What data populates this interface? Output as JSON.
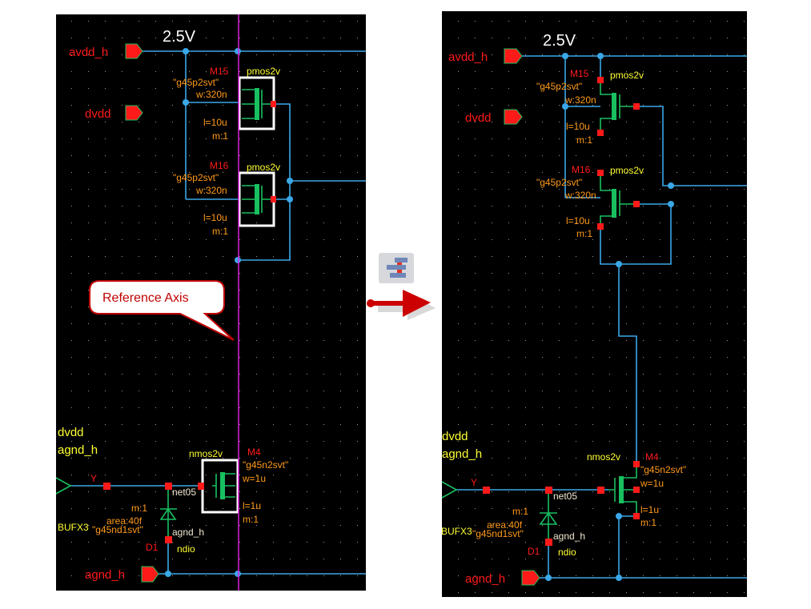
{
  "colors": {
    "canvas": "#000000",
    "wire": "#3aa8e8",
    "pin": "#ff1a1a",
    "device": "#18c060",
    "reference_axis": "#e020e0",
    "selection": "#ffffff"
  },
  "left_panel": {
    "supply_label": "2.5V",
    "pins": {
      "avdd": "avdd_h",
      "dvdd": "dvdd",
      "agnd": "agnd_h"
    },
    "m15": {
      "name": "M15",
      "cell": "pmos2v",
      "model": "\"g45p2svt\"",
      "w": "w:320n",
      "l": "l=10u",
      "m": "m:1"
    },
    "m16": {
      "name": "M16",
      "cell": "pmos2v",
      "model": "\"g45p2svt\"",
      "w": "w:320n",
      "l": "l=10u",
      "m": "m:1"
    },
    "m4": {
      "name": "M4",
      "cell": "nmos2v",
      "model": "\"g45n2svt\"",
      "w": "w=1u",
      "l": "l=1u",
      "m": "m:1"
    },
    "d1": {
      "name": "D1",
      "cell": "ndio",
      "m": "m:1",
      "area": "area:40f",
      "model": "\"g45nd1svt\"",
      "net": "agnd_h"
    },
    "net_y": "Y",
    "net05": "net05",
    "buf": "BUFX3",
    "left_labels": [
      "dvdd",
      "agnd_h"
    ],
    "callout": "Reference Axis"
  },
  "toolbar_icon": "align-vertical-icon",
  "right_panel": {
    "supply_label": "2.5V",
    "pins": {
      "avdd": "avdd_h",
      "dvdd": "dvdd",
      "agnd": "agnd_h"
    },
    "m15": {
      "name": "M15",
      "cell": "pmos2v",
      "model": "\"g45p2svt\"",
      "w": "w:320n",
      "l": "l=10u",
      "m": "m:1"
    },
    "m16": {
      "name": "M16",
      "cell": "pmos2v",
      "model": "\"g45p2svt\"",
      "w": "w:320n",
      "l": "l=10u",
      "m": "m:1"
    },
    "m4": {
      "name": "M4",
      "cell": "nmos2v",
      "model": "\"g45n2svt\"",
      "w": "w=1u",
      "l": "l=1u",
      "m": "m:1"
    },
    "d1": {
      "name": "D1",
      "cell": "ndio",
      "m": "m:1",
      "area": "area:40f",
      "model": "\"g45nd1svt\"",
      "net": "agnd_h"
    },
    "net_y": "Y",
    "net05": "net05",
    "buf": "BUFX3",
    "left_labels": [
      "dvdd",
      "agnd_h"
    ]
  }
}
